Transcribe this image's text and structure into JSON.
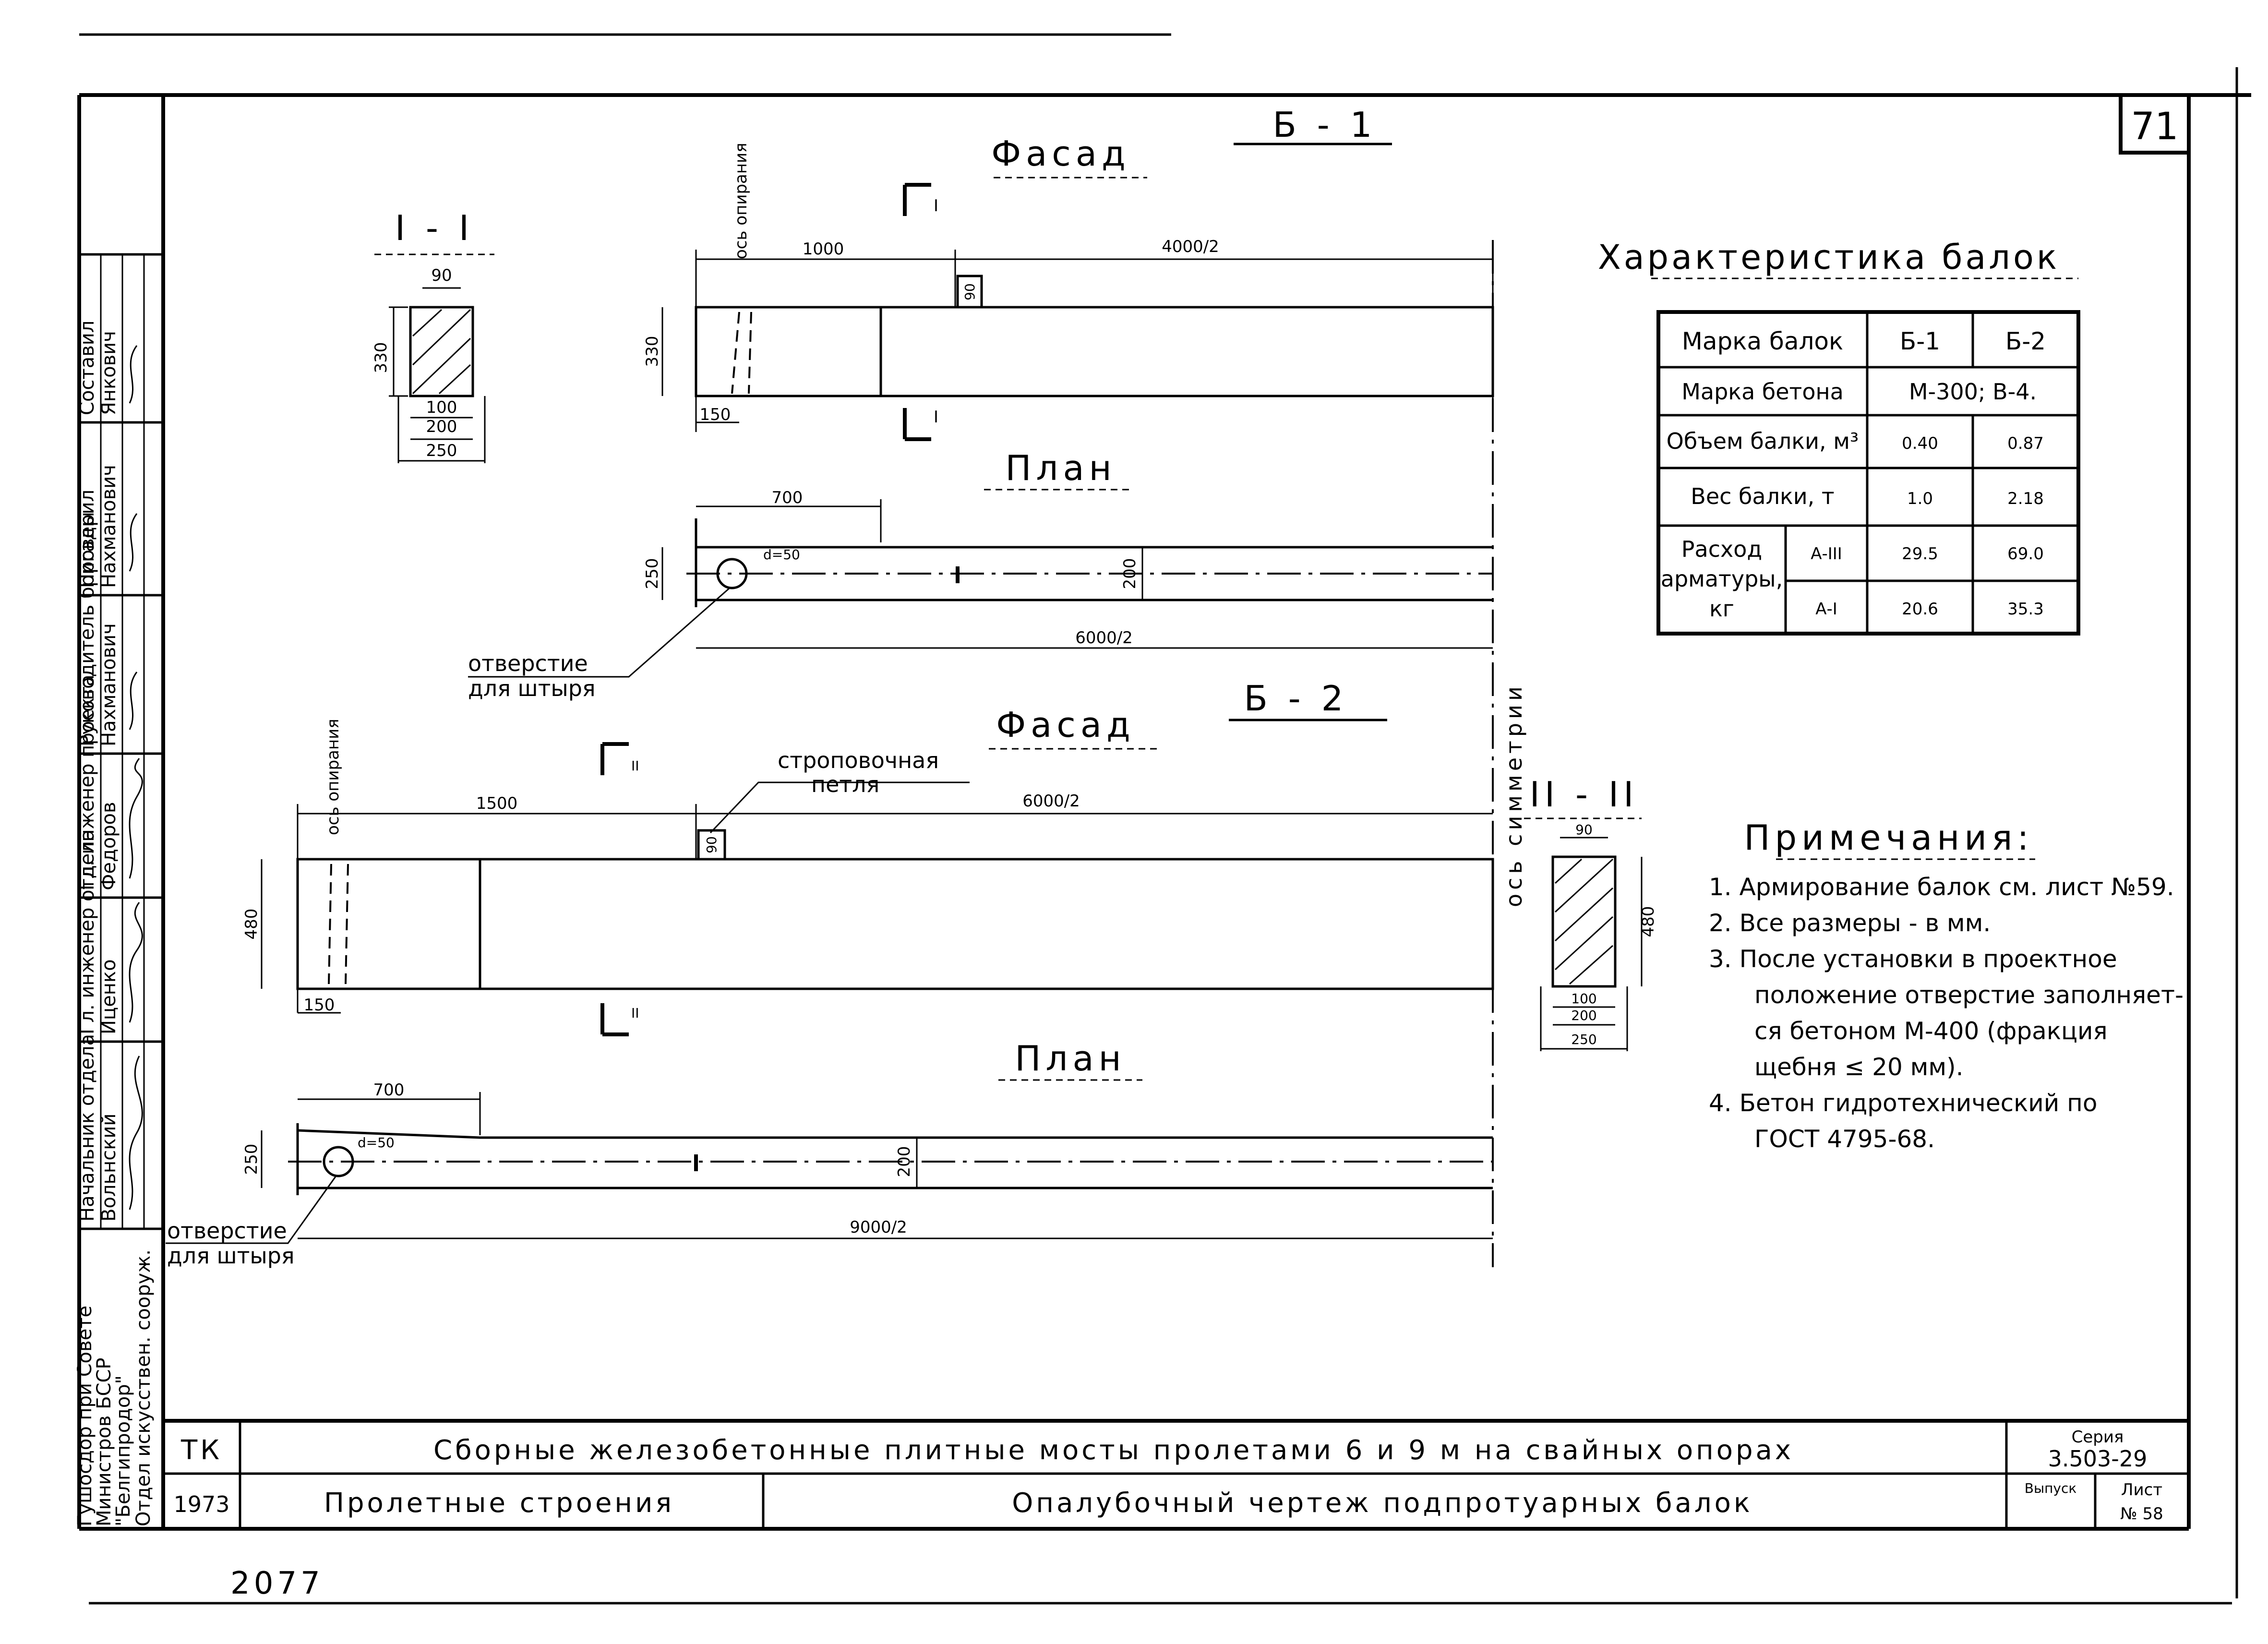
{
  "sheet_number": "71",
  "stamp": "2077",
  "side_block": {
    "org": [
      "Гушосдор при Совете",
      "Министров БССР",
      "\"Белгипродор\"",
      "Отдел искусствен. сооруж."
    ],
    "roles": [
      {
        "role": "Начальник отдела",
        "name": "Вольнский"
      },
      {
        "role": "Гл. инженер отдела",
        "name": "Иценко"
      },
      {
        "role": "Гл. инженер проекта",
        "name": "Федоров"
      },
      {
        "role": "Руководитель бригады",
        "name": "Нахманович"
      },
      {
        "role": "Проверил",
        "name": "Нахманович"
      },
      {
        "role": "Составил",
        "name": "Янкович"
      }
    ]
  },
  "b1": {
    "title": "Б - 1",
    "facade_label": "Фасад",
    "plan_label": "План",
    "section_label": "I - I",
    "section_mark": "I",
    "axis_label": "ось опирания",
    "dims": {
      "a": "1000",
      "b": "4000/2",
      "c": "330",
      "d": "150",
      "e": "90",
      "f": "700",
      "g": "250",
      "h": "d=50",
      "i": "200",
      "j": "6000/2"
    },
    "section_dims": {
      "top": "90",
      "h": "330",
      "b1": "100",
      "b2": "200",
      "b3": "250"
    },
    "hole_label": [
      "отверстие",
      "для штыря"
    ]
  },
  "b2": {
    "title": "Б - 2",
    "facade_label": "Фасад",
    "plan_label": "План",
    "section_label": "II - II",
    "section_mark": "II",
    "axis_label": "ось опирания",
    "loop_label": [
      "строповочная",
      "петля"
    ],
    "dims": {
      "a": "1500",
      "b": "6000/2",
      "c": "480",
      "d": "150",
      "e": "90",
      "f": "700",
      "g": "250",
      "h": "d=50",
      "i": "200",
      "j": "9000/2"
    },
    "section_dims": {
      "top": "90",
      "h": "480",
      "b1": "100",
      "b2": "200",
      "b3": "250"
    },
    "hole_label": [
      "отверстие",
      "для штыря"
    ]
  },
  "symmetry_axis": "ось симметрии",
  "table": {
    "title": "Характеристика балок",
    "header": [
      "Марка балок",
      "Б-1",
      "Б-2"
    ],
    "rows": [
      {
        "label": "Марка бетона",
        "merged": "М-300; В-4."
      },
      {
        "label": "Объем балки, м³",
        "b1": "0.40",
        "b2": "0.87"
      },
      {
        "label": "Вес балки, т",
        "b1": "1.0",
        "b2": "2.18"
      }
    ],
    "rebar_label": [
      "Расход",
      "арматуры,",
      "кг"
    ],
    "rebar": [
      {
        "cls": "А-III",
        "b1": "29.5",
        "b2": "69.0"
      },
      {
        "cls": "А-I",
        "b1": "20.6",
        "b2": "35.3"
      }
    ]
  },
  "notes": {
    "title": "Примечания:",
    "lines": [
      "1. Армирование балок см. лист №59.",
      "2. Все размеры - в мм.",
      "3. После установки в проектное",
      "положение отверстие заполняет-",
      "ся бетоном М-400 (фракция",
      "щебня ≤ 20 мм).",
      "4. Бетон гидротехнический по",
      "ГОСТ 4795-68."
    ]
  },
  "title_block": {
    "tk": "ТК",
    "year": "1973",
    "project": "Сборные железобетонные плитные мосты пролетами 6 и 9 м на свайных опорах",
    "part": "Пролетные строения",
    "sheet_title": "Опалубочный чертеж подпротуарных балок",
    "series_label": "Серия",
    "series": "3.503-29",
    "issue_label": "Выпуск",
    "sheet_label": "Лист",
    "sheet_no": "№ 58"
  }
}
